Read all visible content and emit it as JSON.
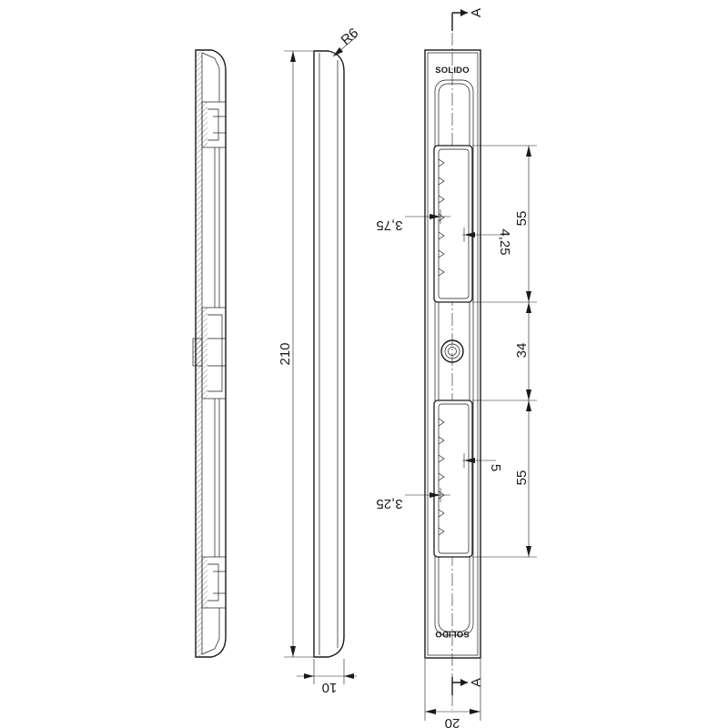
{
  "drawing": {
    "brand_top": "SOLIDO",
    "brand_bottom": "SOLIDO",
    "section_marker_top": "A",
    "section_marker_bottom": "A",
    "dimensions": {
      "overall_length": "210",
      "profile_depth": "10",
      "plate_width": "20",
      "corner_radius": "R6",
      "upper_slot_length": "55",
      "slot_spacing": "34",
      "lower_slot_length": "55",
      "upper_slot_inner_depth": "3,75",
      "upper_slot_outer_depth": "4,25",
      "lower_slot_inner_depth": "3,25",
      "lower_slot_outer_depth": "5"
    }
  }
}
